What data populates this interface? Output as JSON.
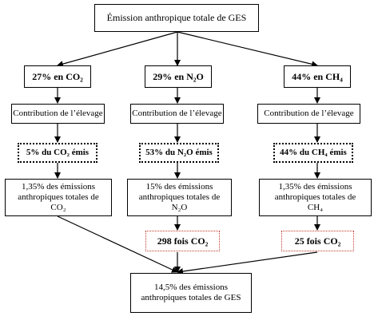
{
  "title": "Émission anthropique totale de GES",
  "gases": [
    {
      "share_label": "27% en CO₂",
      "contribution_label": "Contribution de l’élevage",
      "livestock_share": "5% du CO₂ émis",
      "result_lines": [
        "1,35% des émissions",
        "anthropiques  totales de",
        "CO₂"
      ],
      "gwp_label": ""
    },
    {
      "share_label": "29% en N₂O",
      "contribution_label": "Contribution de l’élevage",
      "livestock_share": "53% du N₂O émis",
      "result_lines": [
        "15% des émissions",
        "anthropiques  totales de",
        "N₂O"
      ],
      "gwp_label": "298 fois CO₂"
    },
    {
      "share_label": "44% en CH₄",
      "contribution_label": "Contribution de l’élevage",
      "livestock_share": "44% du CH₄ émis",
      "result_lines": [
        "1,35% des émissions",
        "anthropiques  totales de",
        "CH₄"
      ],
      "gwp_label": "25 fois CO₂"
    }
  ],
  "total_lines": [
    "14,5% des émissions",
    "anthropiques  totales de GES"
  ]
}
